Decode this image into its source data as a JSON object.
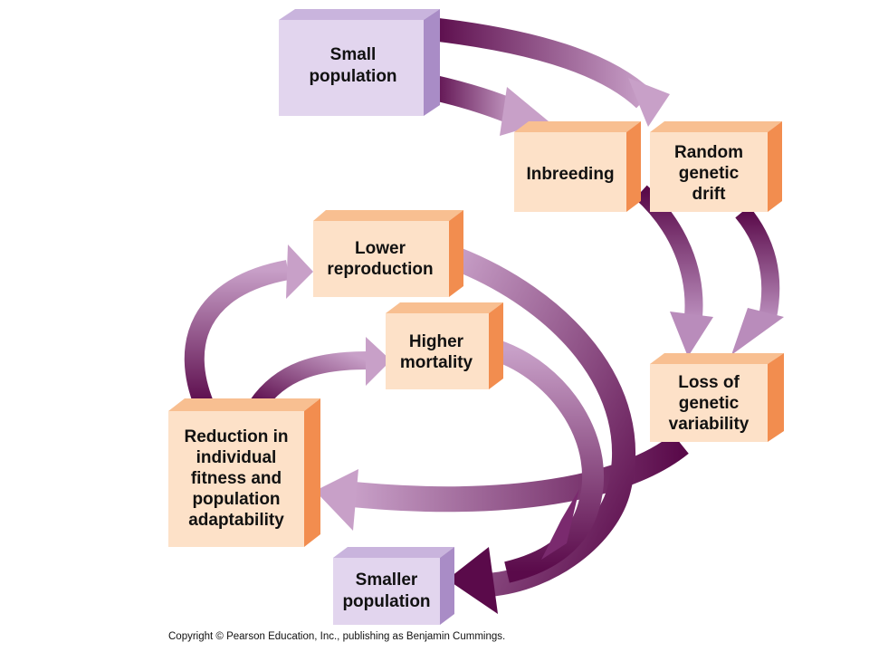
{
  "colors": {
    "lavender_face": "#e2d5ee",
    "lavender_top": "#c9b4dd",
    "lavender_side": "#a98cc6",
    "peach_face": "#fde1c8",
    "peach_top": "#f8bf91",
    "peach_side": "#f28d4f",
    "arrow_dark": "#5a0a4a",
    "arrow_mid": "#8a3a7e",
    "arrow_light": "#c8a0c8"
  },
  "nodes": {
    "small_population": {
      "lines": [
        "Small",
        "population"
      ]
    },
    "inbreeding": {
      "lines": [
        "Inbreeding"
      ]
    },
    "random_genetic_drift": {
      "lines": [
        "Random",
        "genetic",
        "drift"
      ]
    },
    "lower_reproduction": {
      "lines": [
        "Lower",
        "reproduction"
      ]
    },
    "higher_mortality": {
      "lines": [
        "Higher",
        "mortality"
      ]
    },
    "loss_of_genetic_variability": {
      "lines": [
        "Loss of",
        "genetic",
        "variability"
      ]
    },
    "reduction_in_fitness": {
      "lines": [
        "Reduction in",
        "individual",
        "fitness and",
        "population",
        "adaptability"
      ]
    },
    "smaller_population": {
      "lines": [
        "Smaller",
        "population"
      ]
    }
  },
  "copyright": "Copyright © Pearson Education, Inc., publishing as Benjamin Cummings."
}
